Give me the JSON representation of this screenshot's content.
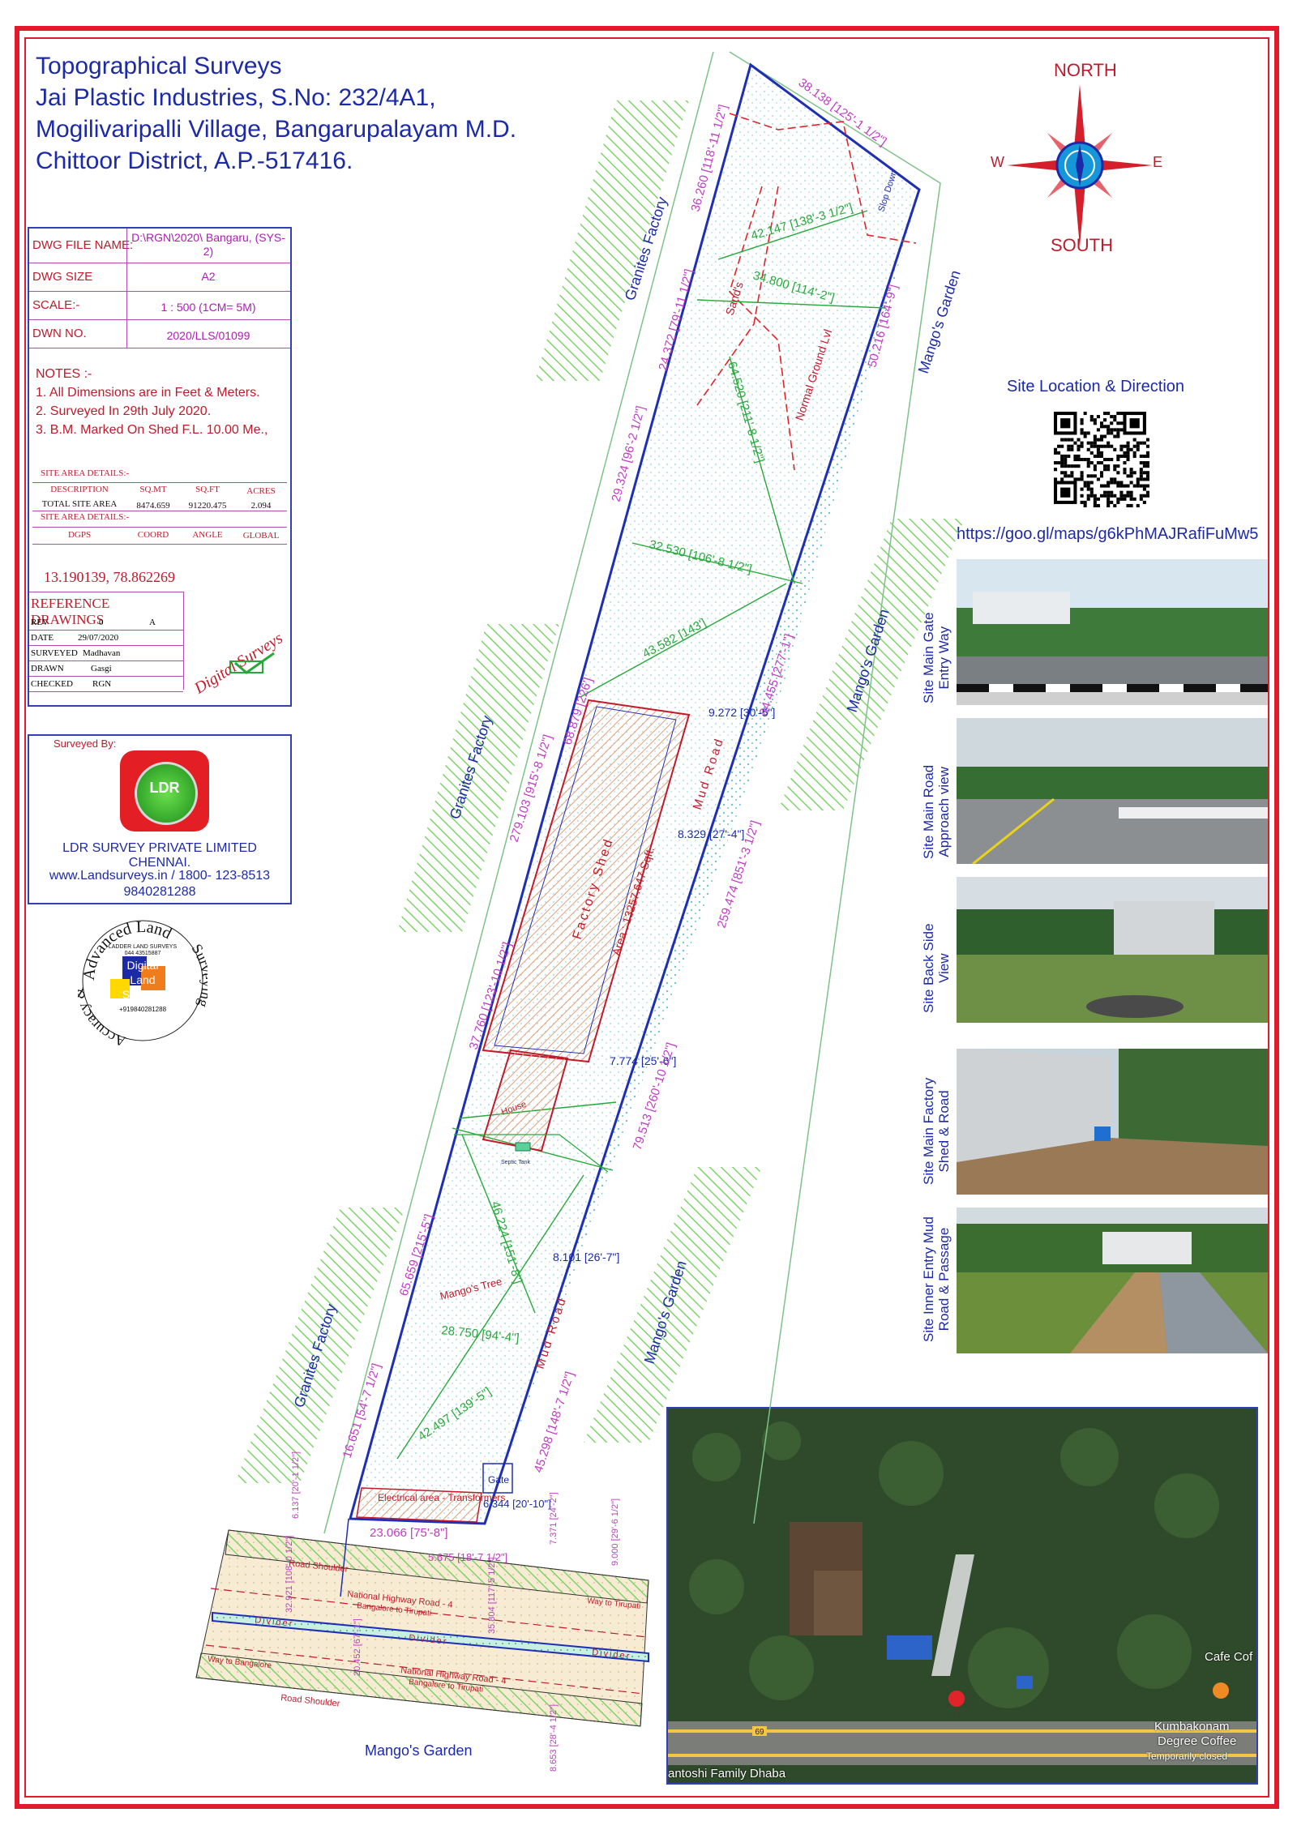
{
  "title": {
    "line1": "Topographical Surveys",
    "line2": "Jai Plastic Industries, S.No: 232/4A1,",
    "line3": "Mogilivaripalli Village, Bangarupalayam M.D.",
    "line4": "Chittoor District, A.P.-517416."
  },
  "title_block": {
    "dwg_file_name_label": "DWG FILE NAME:",
    "dwg_file_name_value": "D:\\RGN\\2020\\ Bangaru, (SYS-2)",
    "dwg_size_label": "DWG SIZE",
    "dwg_size_value": "A2",
    "scale_label": "SCALE:-",
    "scale_value": "1 : 500 (1CM= 5M)",
    "dwn_no_label": "DWN NO.",
    "dwn_no_value": "2020/LLS/01099",
    "notes_header": "NOTES :-",
    "note1": "1. All Dimensions are in Feet & Meters.",
    "note2": "2. Surveyed In 29th July 2020.",
    "note3": "3. B.M. Marked On Shed F.L. 10.00 Me.,",
    "site_area_header": "SITE AREA DETAILS:-",
    "col_description": "DESCRIPTION",
    "col_sqmt": "SQ.MT",
    "col_sqft": "SQ.FT",
    "col_acres": "ACRES",
    "row_label": "TOTAL SITE AREA",
    "row_sqmt": "8474.659",
    "row_sqft": "91220.475",
    "row_acres": "2.094",
    "site_area_header2": "SITE AREA DETAILS:-",
    "col_dgps": "DGPS",
    "col_coord": "COORD",
    "col_angle": "ANGLE",
    "col_global": "GLOBAL",
    "coordinates": "13.190139, 78.862269",
    "reference_header": "REFERENCE DRAWINGS",
    "ref_rows": [
      {
        "k": "REV",
        "v1": "0",
        "v2": "A"
      },
      {
        "k": "DATE",
        "v1": "29/07/2020",
        "v2": ""
      },
      {
        "k": "SURVEYED",
        "v1": "Madhavan",
        "v2": ""
      },
      {
        "k": "DRAWN",
        "v1": "Gasgi",
        "v2": ""
      },
      {
        "k": "CHECKED",
        "v1": "RGN",
        "v2": ""
      }
    ],
    "signature": "Digital Surveys"
  },
  "surveyor": {
    "label": "Surveyed By:",
    "logo_text": "LDR",
    "company": "LDR SURVEY PRIVATE LIMITED",
    "city": "CHENNAI.",
    "web": "www.Landsurveys.in / 1800- 123-8513",
    "phone": "9840281288"
  },
  "seal": {
    "ring_top": "Advanced Land",
    "ring_left": "Accuracy &",
    "ring_right": "Surveying",
    "inner_top": "LADDER LAND SURVEYS",
    "inner_phone": "044 43515887",
    "center1": "Digital",
    "center2": "Land",
    "center3": "Surveys",
    "bottom_phone": "+919840281288"
  },
  "compass": {
    "north": "NORTH",
    "south": "SOUTH",
    "east": "E",
    "west": "W"
  },
  "site_location": {
    "heading": "Site Location & Direction",
    "url": "https://goo.gl/maps/g6kPhMAJRafiFuMw5"
  },
  "photos": [
    {
      "label1": "Site Main Gate",
      "label2": "Entry Way"
    },
    {
      "label1": "Site Main Road",
      "label2": "Approach view"
    },
    {
      "label1": "Site Back Side",
      "label2": "View"
    },
    {
      "label1": "Site Main Factory",
      "label2": "Shed & Road"
    },
    {
      "label1": "Site Inner Entry Mud",
      "label2": "Road & Passage"
    }
  ],
  "satellite": {
    "poi1": "Cafe Cof",
    "poi2": "Kumbakonam",
    "poi3": "Degree Coffee",
    "poi4": "Temporarily closed",
    "poi5": "antoshi Family Dhaba",
    "route": "69"
  },
  "plan": {
    "granites_factory": "Granites Factory",
    "mangos_garden": "Mango's Garden",
    "mangos_tree": "Mango's Tree",
    "mud_road": "Mud Road",
    "sands": "Sand's",
    "normal_ground": "Normal Ground Lvl",
    "slop_down": "Slop Down",
    "factory_shed": "Factory Shed",
    "factory_area": "Area : 13257.647 Sqft.",
    "house": "House",
    "electrical": "Electrical area - Transformers",
    "gate": "Gate",
    "septic": "Septic Tank",
    "road_shoulder": "Road Shoulder",
    "nh_road": "National Highway Road - 4",
    "nh_road_sub": "Bangalore to Tirupati",
    "way_tirupati": "Way to Tirupati",
    "way_bangalore": "Way to Bangalore",
    "divider": "Divider",
    "dims": {
      "d1": "38.138 [125'-1 1/2\"]",
      "d2": "36.260 [118'-11 1/2\"]",
      "d3": "42.147 [138'-3 1/2\"]",
      "d4": "34.800 [114'-2\"]",
      "d5": "24.372 [79'-11 1/2\"]",
      "d6": "50.216 [164'-9\"]",
      "d7": "64.520 [211'-8 1/2\"]",
      "d8": "29.324 [96'-2 1/2\"]",
      "d9": "32.530 [106'-8 1/2\"]",
      "d10": "43.582 [143']",
      "d11": "84.455 [277'-1\"]",
      "d12": "68.879 [226']",
      "d13": "279.103 [915'-8 1/2\"]",
      "d14": "9.272 [30'-5\"]",
      "d15": "8.329 [27'-4\"]",
      "d16": "259.474 [851'-3 1/2\"]",
      "d17": "37.760 [123'-10 1/2\"]",
      "d18": "7.774 [25'-6\"]",
      "d19": "79.513 [260'-10 1/2\"]",
      "d20": "46.224 [151'-8\"]",
      "d21": "65.659 [215'-5\"]",
      "d22": "8.101 [26'-7\"]",
      "d23": "28.750 [94'-4\"]",
      "d24": "16.651 [54'-7 1/2\"]",
      "d25": "42.497 [139'-5\"]",
      "d26": "45.298 [148'-7 1/2\"]",
      "d27": "6.344 [20'-10\"]",
      "d28": "23.066 [75'-8\"]",
      "d29": "6.137 [20'-1 1/2\"]",
      "d30": "5.675 [18'-7 1/2\"]",
      "d31": "7.371 [24'-2\"]",
      "d32": "9.000 [29'-6 1/2\"]",
      "d33": "32.921 [108'-0 1/2\"]",
      "d34": "35.804 [117'-5 1/2\"]",
      "d35": "20.452 [67'-1\"]",
      "d36": "8.653 [28'-4 1/2\"]"
    }
  },
  "colors": {
    "frame": "#e3192c",
    "title": "#1c2aa8",
    "boundary": "#1f2fb3",
    "dimension": "#c03bc4",
    "green_dim": "#26a83a",
    "hatch_green": "#7fd36b"
  }
}
